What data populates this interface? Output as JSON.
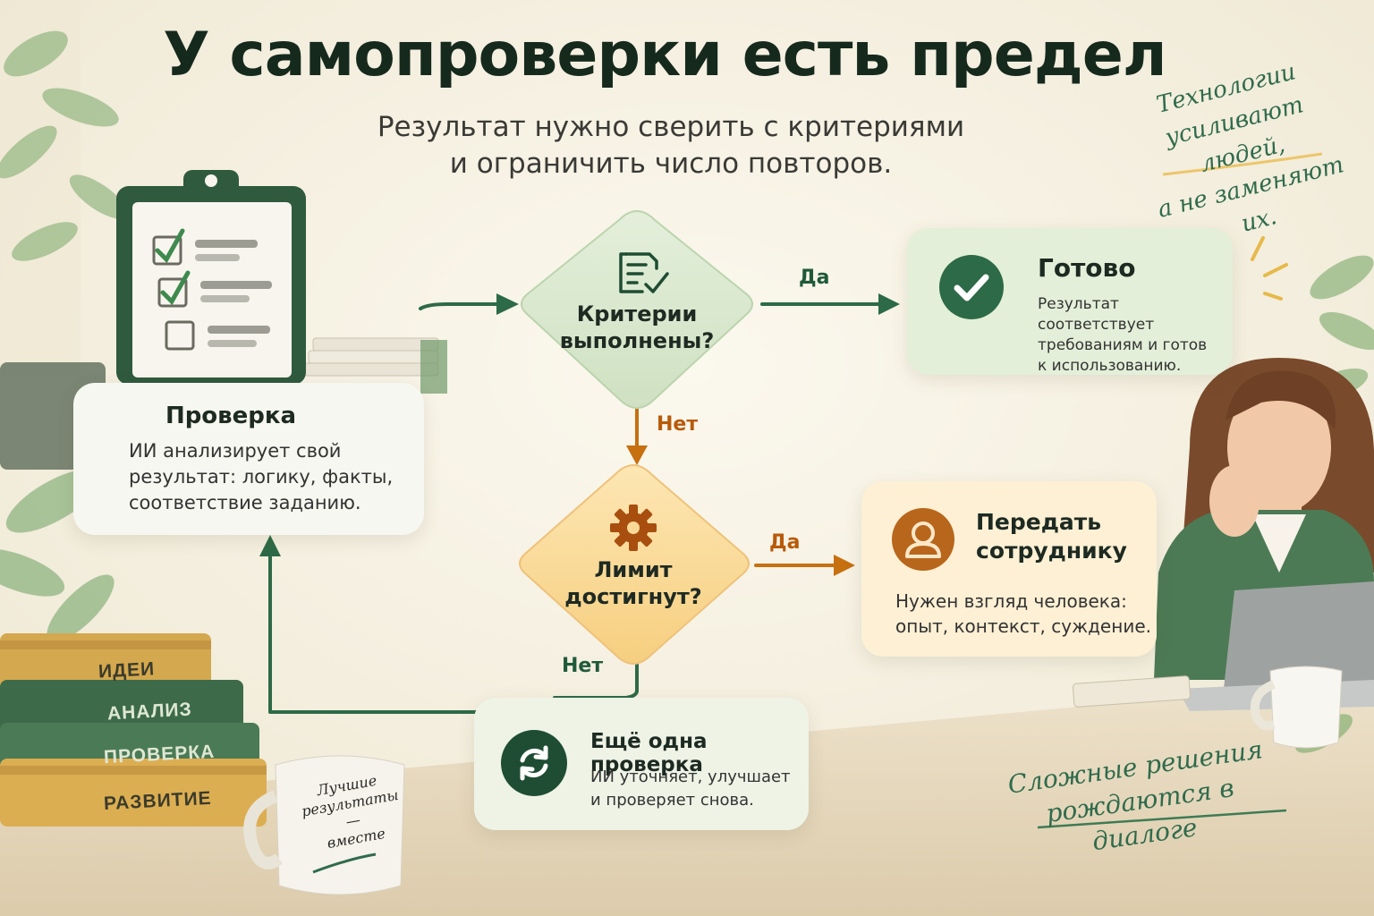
{
  "title": "У самопроверки есть предел",
  "subtitle": [
    "Результат нужно сверить с критериями",
    "и ограничить число повторов."
  ],
  "quote_top": [
    "Технологии",
    "усиливают людей,",
    "а не заменяют их."
  ],
  "quote_bottom": [
    "Сложные решения",
    "рождаются в диалоге"
  ],
  "check_card": {
    "title": "Проверка",
    "text": [
      "ИИ анализирует свой",
      "результат: логику, факты,",
      "соответствие заданию."
    ]
  },
  "criteria_diamond": {
    "label": [
      "Критерии",
      "выполнены?"
    ]
  },
  "limit_diamond": {
    "label": [
      "Лимит",
      "достигнут?"
    ]
  },
  "done_card": {
    "title": "Готово",
    "text": [
      "Результат соответствует",
      "требованиям и готов",
      "к использованию."
    ]
  },
  "handoff_card": {
    "title": [
      "Передать",
      "сотруднику"
    ],
    "text": [
      "Нужен взгляд человека:",
      "опыт, контекст, суждение."
    ]
  },
  "recheck_card": {
    "title": "Ещё одна проверка",
    "text": [
      "ИИ уточняет, улучшает",
      "и проверяет снова."
    ]
  },
  "edges": {
    "criteria_yes": "Да",
    "criteria_no": "Нет",
    "limit_yes": "Да",
    "limit_no": "Нет"
  },
  "books": [
    "ИДЕИ",
    "АНАЛИЗ",
    "ПРОВЕРКА",
    "РАЗВИТИЕ"
  ],
  "mug_text": [
    "Лучшие",
    "результаты —",
    "вместе"
  ],
  "colors": {
    "green": "#2d6a47",
    "dark_green": "#1f4d33",
    "orange": "#c7700f",
    "done_bg": "#e3efd8",
    "handoff_bg": "#fdf0d4"
  }
}
